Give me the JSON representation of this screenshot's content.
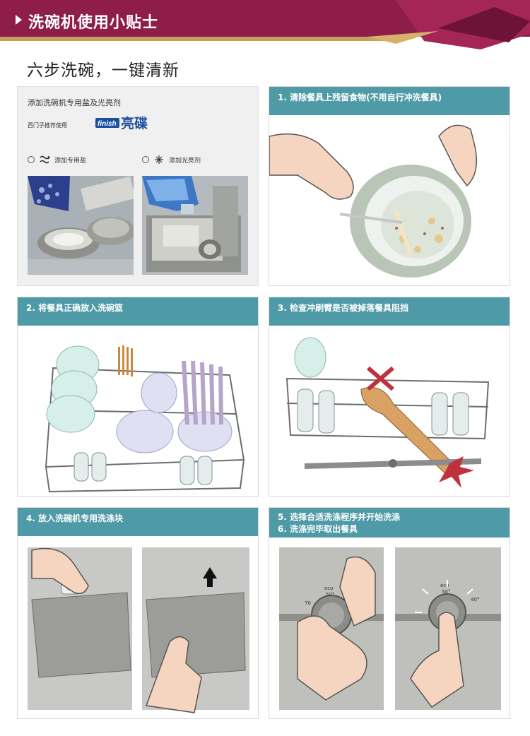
{
  "header": {
    "title": "洗碗机使用小贴士",
    "accent_color": "#8e1d4a",
    "stripe_color": "#c9a05a"
  },
  "subtitle": "六步洗碗，一键清新",
  "panel_color": "#4f9aa7",
  "top_left": {
    "title": "添加洗碗机专用盐及光亮剂",
    "recommend": "西门子推荐使用",
    "brand": "finish",
    "brand_cn": "亮碟",
    "options": [
      {
        "label": "添加专用盐",
        "icon": "salt-icon"
      },
      {
        "label": "添加光亮剂",
        "icon": "rinse-aid-icon"
      }
    ]
  },
  "steps": [
    {
      "label": "1. 清除餐具上残留食物(不用自行冲洗餐具)"
    },
    {
      "label": "2. 将餐具正确放入洗碗篮"
    },
    {
      "label": "3. 检查冲刷臂是否被掉落餐具阻挡"
    },
    {
      "label": "4. 放入洗碗机专用洗涤块"
    },
    {
      "label": "5. 选择合适洗涤程序并开始洗涤",
      "label2": "6. 洗涤完毕取出餐具"
    }
  ],
  "knob_labels": {
    "eco": "eco",
    "temp50": "50°",
    "temp70": "70",
    "temp40": "40°"
  }
}
